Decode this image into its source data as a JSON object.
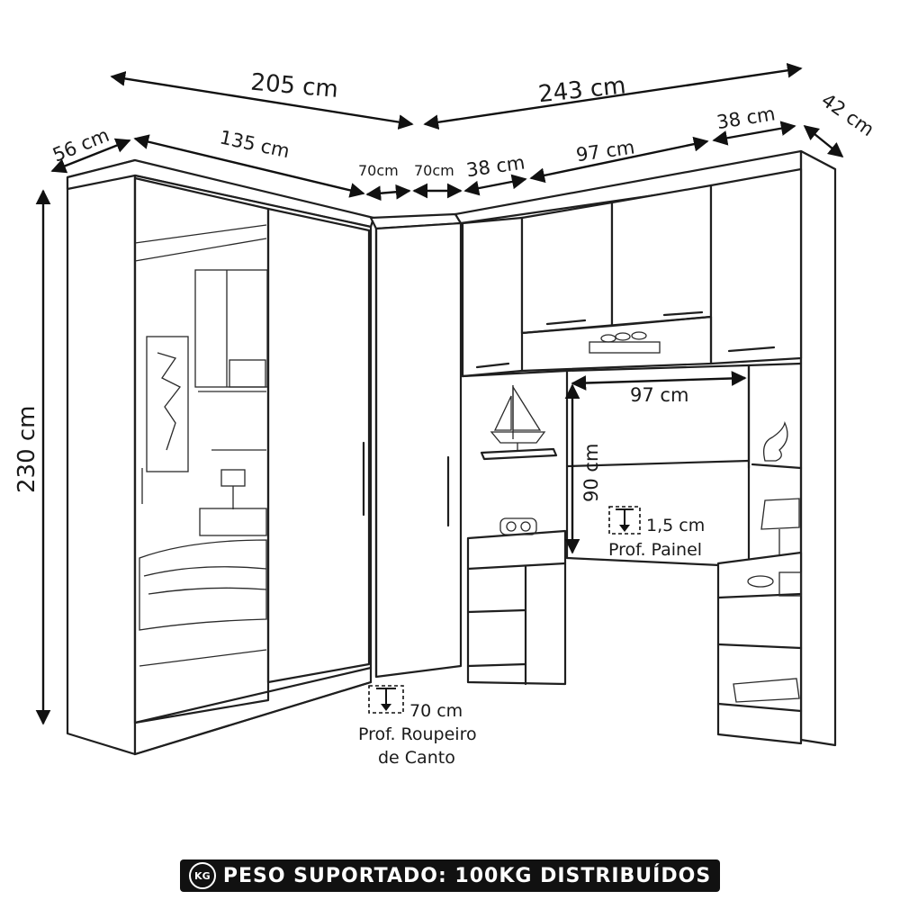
{
  "dimensions": {
    "total_left": "205 cm",
    "total_right": "243 cm",
    "depth_left": "56 cm",
    "depth_right": "42 cm",
    "width_wardrobe": "135 cm",
    "corner_a": "70cm",
    "corner_b": "70cm",
    "seg_38_a": "38 cm",
    "seg_97": "97 cm",
    "seg_38_b": "38 cm",
    "height": "230 cm",
    "desk_width": "97 cm",
    "desk_height": "90 cm"
  },
  "notes": {
    "panel_depth_value": "1,5 cm",
    "panel_depth_label": "Prof. Painel",
    "corner_depth_value": "70 cm",
    "corner_depth_label_1": "Prof. Roupeiro",
    "corner_depth_label_2": "de Canto"
  },
  "footer": {
    "icon": "KG",
    "text": "PESO SUPORTADO: 100KG DISTRIBUÍDOS"
  }
}
